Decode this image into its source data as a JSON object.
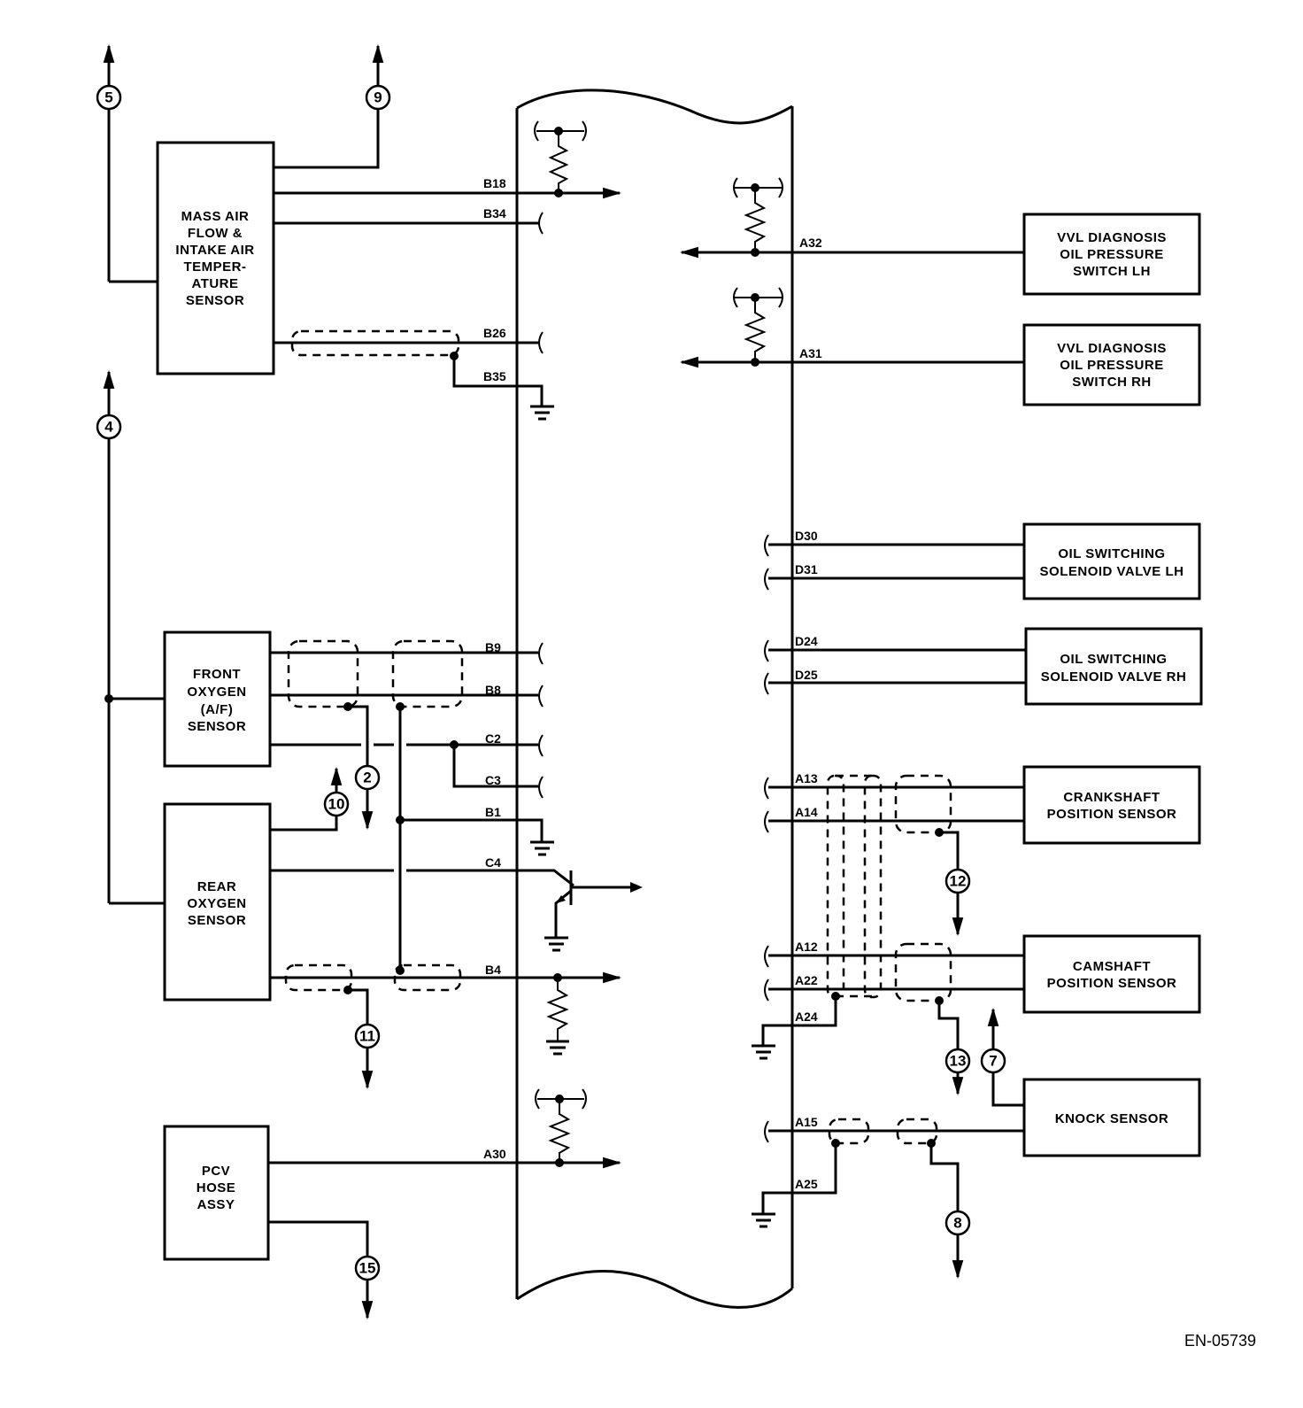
{
  "figure_code": "EN-05739",
  "components": {
    "maf": [
      "MASS AIR",
      "FLOW &",
      "INTAKE AIR",
      "TEMPER-",
      "ATURE",
      "SENSOR"
    ],
    "front_o2": [
      "FRONT",
      "OXYGEN",
      "(A/F)",
      "SENSOR"
    ],
    "rear_o2": [
      "REAR",
      "OXYGEN",
      "SENSOR"
    ],
    "pcv": [
      "PCV",
      "HOSE",
      "ASSY"
    ],
    "vvl_lh": [
      "VVL DIAGNOSIS",
      "OIL PRESSURE",
      "SWITCH LH"
    ],
    "vvl_rh": [
      "VVL DIAGNOSIS",
      "OIL PRESSURE",
      "SWITCH RH"
    ],
    "osv_lh": [
      "OIL SWITCHING",
      "SOLENOID VALVE LH"
    ],
    "osv_rh": [
      "OIL SWITCHING",
      "SOLENOID VALVE RH"
    ],
    "crank": [
      "CRANKSHAFT",
      "POSITION SENSOR"
    ],
    "cam": [
      "CAMSHAFT",
      "POSITION SENSOR"
    ],
    "knock": [
      "KNOCK SENSOR"
    ]
  },
  "pins": {
    "B18": "B18",
    "B34": "B34",
    "B26": "B26",
    "B35": "B35",
    "B9": "B9",
    "B8": "B8",
    "C2": "C2",
    "C3": "C3",
    "B1": "B1",
    "C4": "C4",
    "B4": "B4",
    "A30": "A30",
    "A32": "A32",
    "A31": "A31",
    "D30": "D30",
    "D31": "D31",
    "D24": "D24",
    "D25": "D25",
    "A13": "A13",
    "A14": "A14",
    "A12": "A12",
    "A22": "A22",
    "A24": "A24",
    "A15": "A15",
    "A25": "A25"
  },
  "connectors": {
    "c5": "5",
    "c9": "9",
    "c4": "4",
    "c2": "2",
    "c10": "10",
    "c11": "11",
    "c15": "15",
    "c12": "12",
    "c13": "13",
    "c7": "7",
    "c8": "8"
  }
}
